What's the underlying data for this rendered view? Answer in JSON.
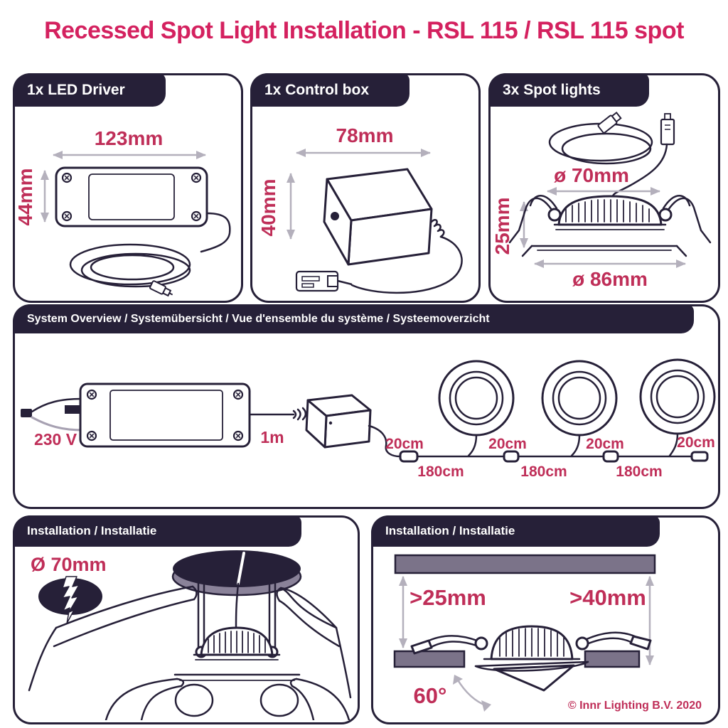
{
  "title": "Recessed Spot Light Installation - RSL 115 / RSL 115 spot",
  "colors": {
    "accent": "#d4215f",
    "dimension": "#bf2e58",
    "ink": "#262038",
    "ceiling_gray": "#7b7389"
  },
  "panels": {
    "led_driver": {
      "header": "1x LED Driver",
      "width": "123mm",
      "height": "44mm"
    },
    "control_box": {
      "header": "1x Control box",
      "width": "78mm",
      "height": "40mm"
    },
    "spot_lights": {
      "header": "3x Spot lights",
      "cutout": "ø 70mm",
      "height": "25mm",
      "outer": "ø 86mm"
    },
    "system_overview": {
      "header": "System Overview / Systemübersicht / Vue d'ensemble du système / Systeemoverzicht",
      "mains": "230 V",
      "driver_cable": "1m",
      "seg20": [
        "20cm",
        "20cm",
        "20cm",
        "20cm"
      ],
      "seg180": [
        "180cm",
        "180cm",
        "180cm"
      ]
    },
    "install_left": {
      "header": "Installation / Installatie",
      "hole": "Ø 70mm"
    },
    "install_right": {
      "header": "Installation / Installatie",
      "min_recess": ">25mm",
      "min_depth": ">40mm",
      "tilt": "60°",
      "copyright": "© Innr Lighting B.V. 2020"
    }
  }
}
